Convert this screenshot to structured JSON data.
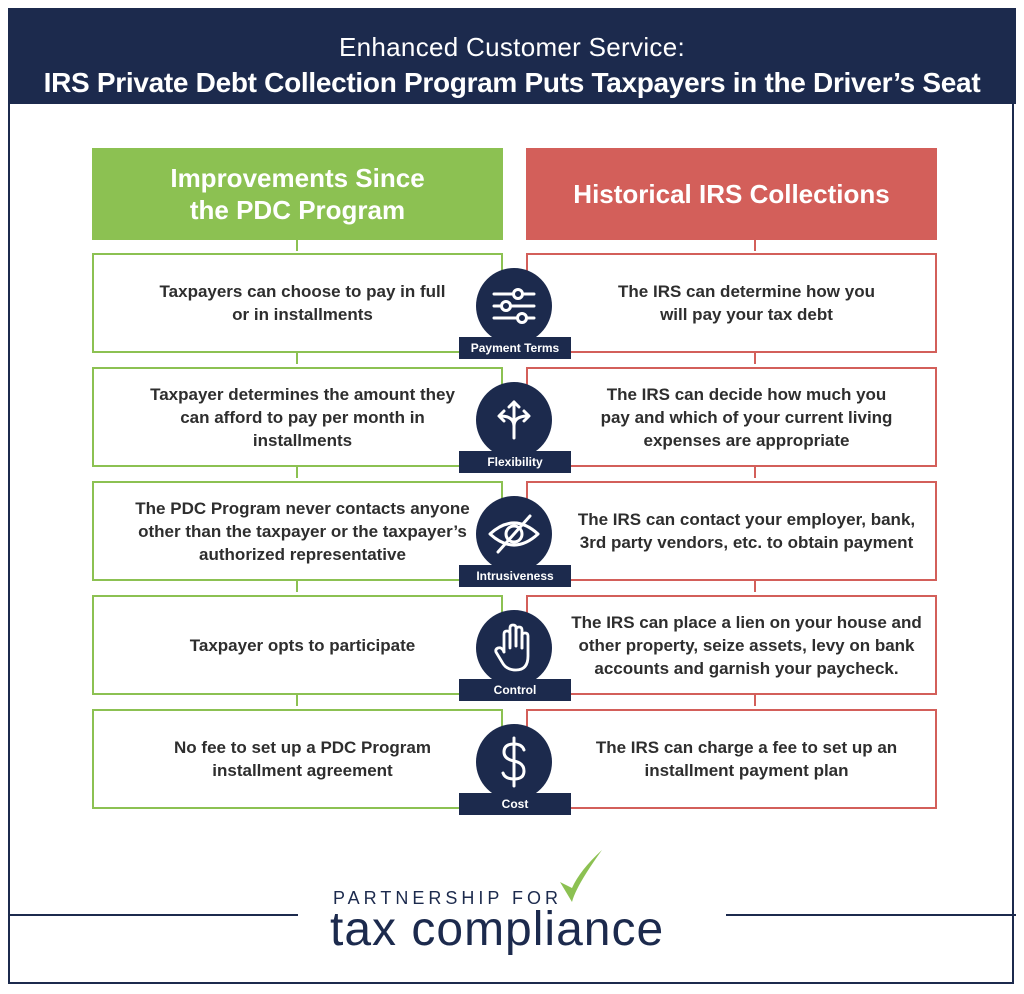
{
  "header": {
    "subtitle": "Enhanced Customer Service:",
    "title": "IRS Private Debt Collection Program Puts Taxpayers in the Driver’s Seat"
  },
  "columns": {
    "left_heading": "Improvements Since the PDC Program",
    "right_heading": "Historical IRS Collections"
  },
  "rows": [
    {
      "category": "Payment Terms",
      "icon": "sliders-icon",
      "pdc": "Taxpayers can choose to pay in full or in installments",
      "irs": "The IRS can determine how you will pay your tax debt"
    },
    {
      "category": "Flexibility",
      "icon": "branching-arrows-icon",
      "pdc": "Taxpayer determines the amount they can afford to pay per month in installments",
      "irs": "The IRS can decide how much you pay and which of your current living expenses are appropriate"
    },
    {
      "category": "Intrusiveness",
      "icon": "crossed-eye-icon",
      "pdc": "The PDC Program never contacts anyone other than the taxpayer or the taxpayer’s authorized representative",
      "irs": "The IRS can contact your employer, bank, 3rd party vendors, etc. to obtain payment"
    },
    {
      "category": "Control",
      "icon": "raised-hand-icon",
      "pdc": "Taxpayer opts to participate",
      "irs": "The IRS can place a lien on your house and other property, seize assets, levy on bank accounts and garnish your paycheck."
    },
    {
      "category": "Cost",
      "icon": "dollar-sign-icon",
      "pdc": "No fee to set up a PDC Program installment agreement",
      "irs": "The IRS can charge a fee to set up an installment payment plan"
    }
  ],
  "logo": {
    "line1": "PARTNERSHIP FOR",
    "line2": "tax compliance"
  },
  "colors": {
    "navy": "#1c2a4d",
    "green": "#8cc152",
    "red": "#d35f5a"
  }
}
